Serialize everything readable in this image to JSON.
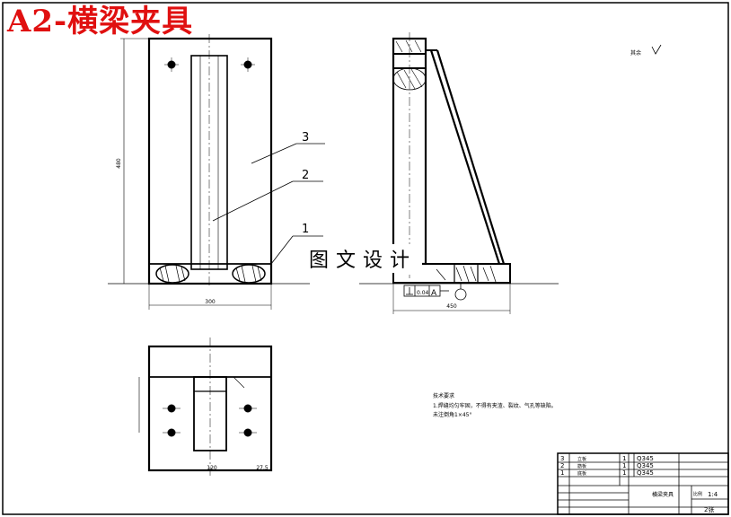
{
  "title_overlay": "A2-横梁夹具",
  "watermark": "图文设计",
  "leaders": {
    "p3": "3",
    "p2": "2",
    "p1": "1"
  },
  "dimensions": {
    "overall_height": "480",
    "front_width": "300",
    "side_width": "450",
    "plan_width": "120",
    "plan_right": "27.5"
  },
  "callouts": {
    "surface_mark": "其余",
    "tolerance": "0.04",
    "datum": "A"
  },
  "notes": {
    "heading": "技术要求",
    "line1": "1.焊缝均匀牢固，不得有夹渣、裂纹、气孔等缺陷。",
    "line2": "未注倒角1×45°"
  },
  "title_block": {
    "rows": [
      {
        "no": "3",
        "name": "立板",
        "qty": "1",
        "material": "Q345"
      },
      {
        "no": "2",
        "name": "筋板",
        "qty": "1",
        "material": "Q345"
      },
      {
        "no": "1",
        "name": "底板",
        "qty": "1",
        "material": "Q345"
      }
    ],
    "drawing_name": "横梁夹具",
    "scale_label": "比例",
    "scale": "1:4",
    "sheet": "2张"
  }
}
